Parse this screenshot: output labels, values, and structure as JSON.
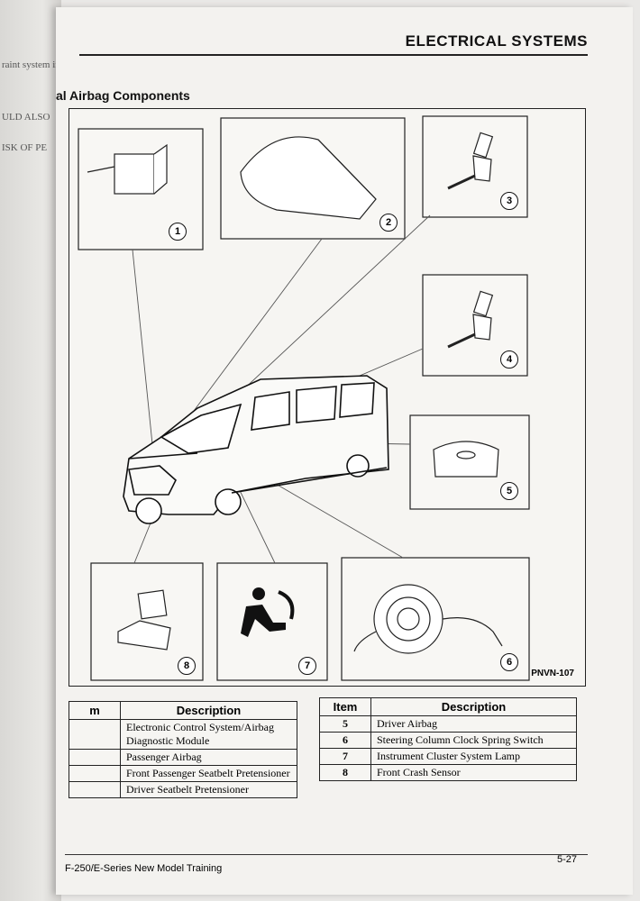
{
  "left_page": {
    "fragments": [
      "raint system in",
      "ULD ALSO",
      "ISK OF PE"
    ]
  },
  "header": {
    "title": "ELECTRICAL SYSTEMS"
  },
  "section": {
    "title": "al Airbag Components"
  },
  "figure": {
    "code": "PNVN-107",
    "callouts": [
      "1",
      "2",
      "3",
      "4",
      "5",
      "6",
      "7",
      "8"
    ]
  },
  "table_left": {
    "headers": [
      "m",
      "Description"
    ],
    "rows": [
      {
        "item": "",
        "description": "Electronic Control System/Airbag Diagnostic Module"
      },
      {
        "item": "",
        "description": "Passenger Airbag"
      },
      {
        "item": "",
        "description": "Front Passenger Seatbelt Pretensioner"
      },
      {
        "item": "",
        "description": "Driver Seatbelt Pretensioner"
      }
    ]
  },
  "table_right": {
    "headers": [
      "Item",
      "Description"
    ],
    "rows": [
      {
        "item": "5",
        "description": "Driver Airbag"
      },
      {
        "item": "6",
        "description": "Steering Column Clock Spring Switch"
      },
      {
        "item": "7",
        "description": "Instrument Cluster System Lamp"
      },
      {
        "item": "8",
        "description": "Front Crash Sensor"
      }
    ]
  },
  "footer": {
    "left": "F-250/E-Series New Model Training",
    "right": "5-27"
  }
}
